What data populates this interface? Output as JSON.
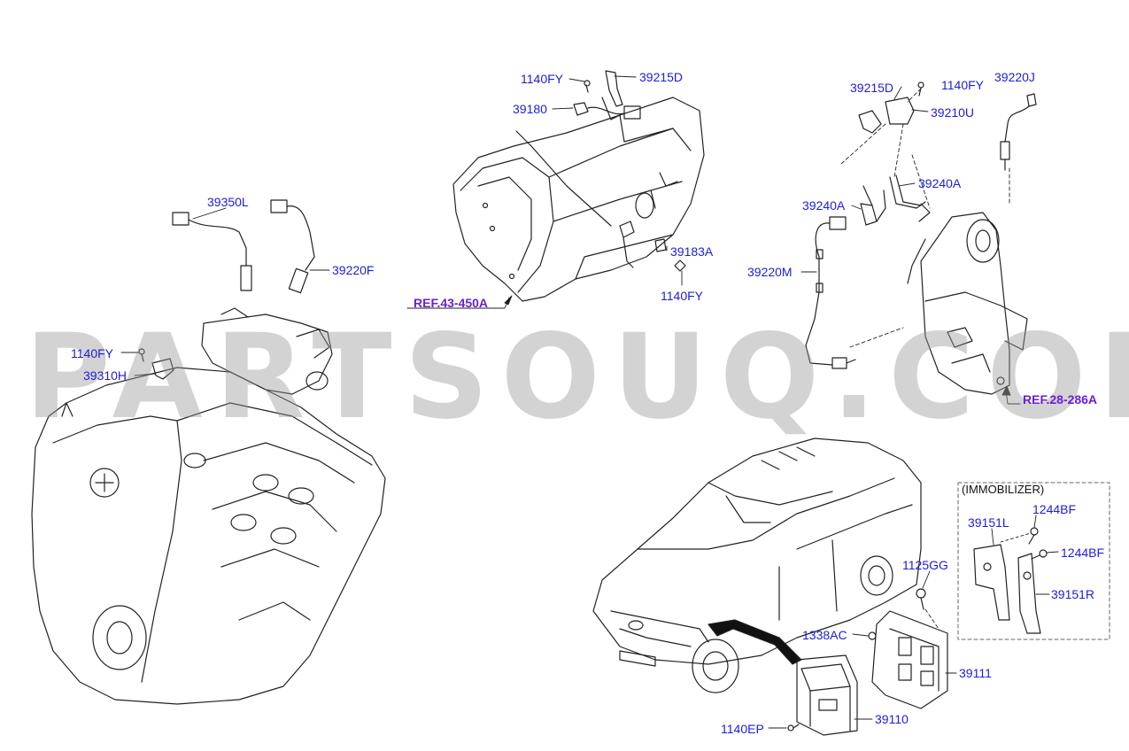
{
  "watermark": "PARTSOUQ.COM",
  "immobilizer_caption": "(IMMOBILIZER)",
  "colors": {
    "label": "#1d1ddb",
    "reference": "#6a1fd6",
    "line": "#222222",
    "watermark": "#969696"
  },
  "labels": {
    "l_1140FY_trans_top": "1140FY",
    "l_39215D_trans": "39215D",
    "l_39180": "39180",
    "l_39183A": "39183A",
    "l_1140FY_trans_bottom": "1140FY",
    "l_39215D_right": "39215D",
    "l_1140FY_right": "1140FY",
    "l_39220J": "39220J",
    "l_39210U": "39210U",
    "l_39240A_right": "39240A",
    "l_39240A_left": "39240A",
    "l_39220M": "39220M",
    "l_39350L": "39350L",
    "l_39220F": "39220F",
    "l_1140FY_engine": "1140FY",
    "l_39310H": "39310H",
    "l_39151L": "39151L",
    "l_1244BF_top": "1244BF",
    "l_1244BF_right": "1244BF",
    "l_39151R": "39151R",
    "l_1125GG": "1125GG",
    "l_1338AC": "1338AC",
    "l_39111": "39111",
    "l_39110": "39110",
    "l_1140EP": "1140EP"
  },
  "references": {
    "ref_43_450A": "REF.43-450A",
    "ref_28_286A": "REF.28-286A"
  }
}
